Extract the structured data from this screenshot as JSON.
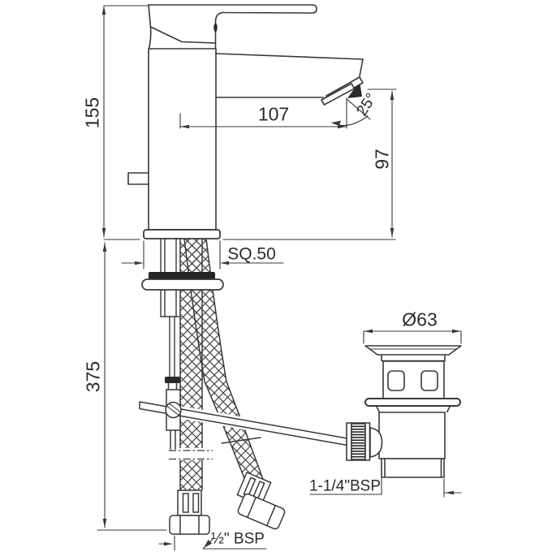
{
  "drawing": {
    "type": "technical-dimension-drawing",
    "colors": {
      "background": "#ffffff",
      "line": "#383838",
      "dark_fill": "#262626"
    },
    "dimensions": {
      "overall_height": {
        "label": "155"
      },
      "spout_reach": {
        "label": "107"
      },
      "spout_angle": {
        "label": "25°"
      },
      "spout_height": {
        "label": "97"
      },
      "base_section": {
        "label": "SQ.50"
      },
      "hose_drop": {
        "label": "375"
      },
      "waste_flange_diameter": {
        "label": "Ø63"
      },
      "waste_outlet_thread": {
        "label": "1-1/4\"BSP"
      },
      "inlet_hose_thread": {
        "label": "½\" BSP"
      }
    }
  }
}
